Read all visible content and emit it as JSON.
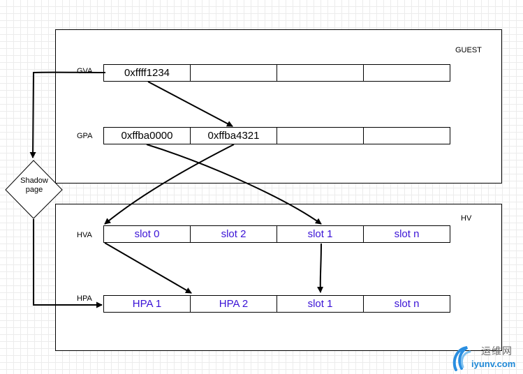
{
  "guest": {
    "title": "GUEST",
    "gva_label": "GVA",
    "gpa_label": "GPA",
    "gva_cells": [
      "0xffff1234",
      "",
      "",
      ""
    ],
    "gpa_cells": [
      "0xffba0000",
      "0xffba4321",
      "",
      ""
    ]
  },
  "hv": {
    "title": "HV",
    "hva_label": "HVA",
    "hpa_label": "HPA",
    "hva_cells": [
      "slot 0",
      "slot 2",
      "slot 1",
      "slot n"
    ],
    "hpa_cells": [
      "HPA 1",
      "HPA 2",
      "slot 1",
      "slot n"
    ]
  },
  "shadow": {
    "line1": "Shadow",
    "line2": "page"
  },
  "watermark": {
    "top": "运维网",
    "bottom": "iyunv.com"
  },
  "colors": {
    "cell_text_blue": "#3a12d6",
    "line": "#000000"
  }
}
